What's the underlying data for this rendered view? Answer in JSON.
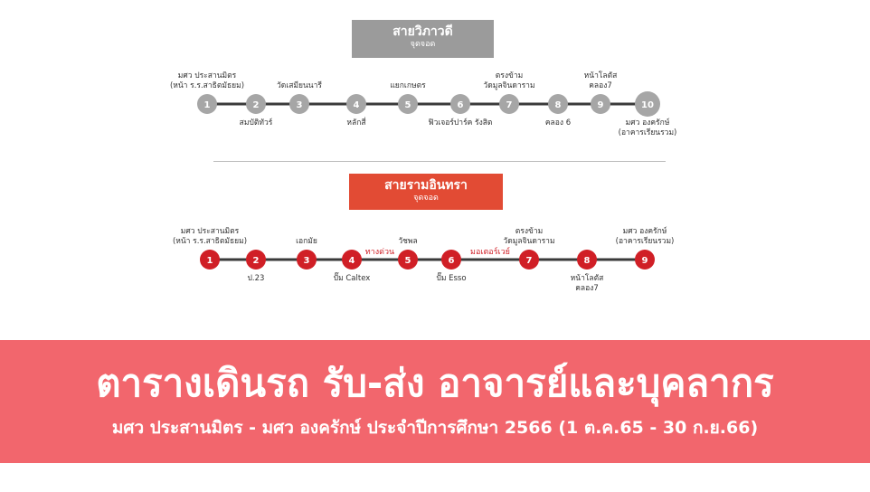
{
  "routes": [
    {
      "name": "สายวิภาวดี",
      "subtitle": "จุดจอด",
      "line_color": "#3a3a3a",
      "stop_color": "#a6a6a6",
      "highlight_color": "#d9453a",
      "stops": [
        {
          "num": "1",
          "label_lines": [
            "มศว ประสานมิตร",
            "(หน้า ร.ร.สาธิตมัธยม)"
          ],
          "pos": "above"
        },
        {
          "num": "2",
          "label_lines": [
            "สมบัติทัวร์"
          ],
          "pos": "below"
        },
        {
          "num": "3",
          "label_lines": [
            "วัดเสมียนนารี"
          ],
          "pos": "above"
        },
        {
          "num": "4",
          "label_lines": [
            "หลักสี่"
          ],
          "pos": "below"
        },
        {
          "num": "5",
          "label_lines": [
            "แยกเกษตร"
          ],
          "pos": "above"
        },
        {
          "num": "6",
          "label_lines": [
            "ฟิวเจอร์ปาร์ค รังสิต"
          ],
          "pos": "below"
        },
        {
          "num": "7",
          "label_lines": [
            "ตรงข้าม",
            "วัดมูลจินดาราม"
          ],
          "pos": "above"
        },
        {
          "num": "8",
          "label_lines": [
            "คลอง 6"
          ],
          "pos": "below"
        },
        {
          "num": "9",
          "label_lines": [
            "หน้าโลตัส",
            "คลอง7"
          ],
          "pos": "above"
        },
        {
          "num": "10",
          "label_lines": [
            "มศว องครักษ์",
            "(อาคารเรียนรวม)"
          ],
          "pos": "below"
        }
      ],
      "segment_labels": []
    },
    {
      "name": "สายรามอินทรา",
      "subtitle": "จุดจอด",
      "line_color": "#3a3a3a",
      "stop_color": "#d01f26",
      "highlight_color": "#d01f26",
      "stops": [
        {
          "num": "1",
          "label_lines": [
            "มศว ประสานมิตร",
            "(หน้า ร.ร.สาธิตมัธยม)"
          ],
          "pos": "above"
        },
        {
          "num": "2",
          "label_lines": [
            "ป.23"
          ],
          "pos": "below"
        },
        {
          "num": "3",
          "label_lines": [
            "เอกมัย"
          ],
          "pos": "above"
        },
        {
          "num": "4",
          "label_lines": [
            "ปั๊ม Caltex"
          ],
          "pos": "below"
        },
        {
          "num": "5",
          "label_lines": [
            "วัชพล"
          ],
          "pos": "above"
        },
        {
          "num": "6",
          "label_lines": [
            "ปั๊ม Esso"
          ],
          "pos": "below"
        },
        {
          "num": "7",
          "label_lines": [
            "ตรงข้าม",
            "วัดมูลจินดาราม"
          ],
          "pos": "above"
        },
        {
          "num": "8",
          "label_lines": [
            "หน้าโลตัส",
            "คลอง7"
          ],
          "pos": "below"
        },
        {
          "num": "9",
          "label_lines": [
            "มศว องครักษ์",
            "(อาคารเรียนรวม)"
          ],
          "pos": "above"
        }
      ],
      "segment_labels": [
        {
          "between": [
            4,
            5
          ],
          "text": "ทางด่วน"
        },
        {
          "between": [
            6,
            7
          ],
          "text": "มอเตอร์เวย์"
        }
      ]
    }
  ],
  "banner": {
    "title": "ตารางเดินรถ รับ-ส่ง อาจารย์และบุคลากร",
    "subtitle": "มศว ประสานมิตร - มศว องครักษ์ ประจำปีการศึกษา 2566 (1 ต.ค.65 - 30 ก.ย.66)",
    "background": "#f2666d"
  }
}
